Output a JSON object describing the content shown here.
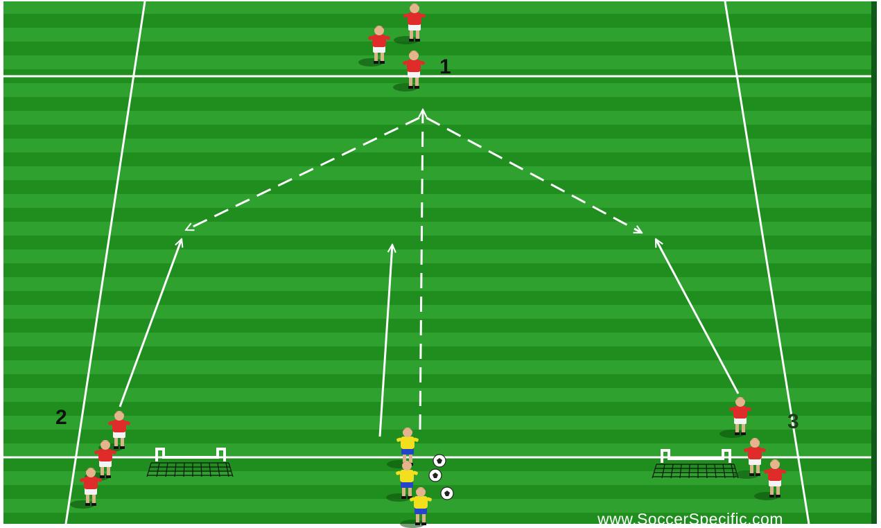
{
  "diagram": {
    "colors": {
      "grass_light": "#2ea12e",
      "grass_dark": "#1f8e1f",
      "field_border": "#0f5a18",
      "line": "#ffffff",
      "team_red": "#e02b2b",
      "team_yellow": "#f2df1d",
      "shorts_blue": "#2346c8"
    },
    "group_labels": {
      "group1": "1",
      "group2": "2",
      "group3": "3"
    },
    "watermark": "www.SoccerSpecific.com",
    "icons": [
      "player-icon",
      "soccer-ball-icon",
      "goal-icon",
      "pass-arrow-icon",
      "run-arrow-icon"
    ]
  }
}
